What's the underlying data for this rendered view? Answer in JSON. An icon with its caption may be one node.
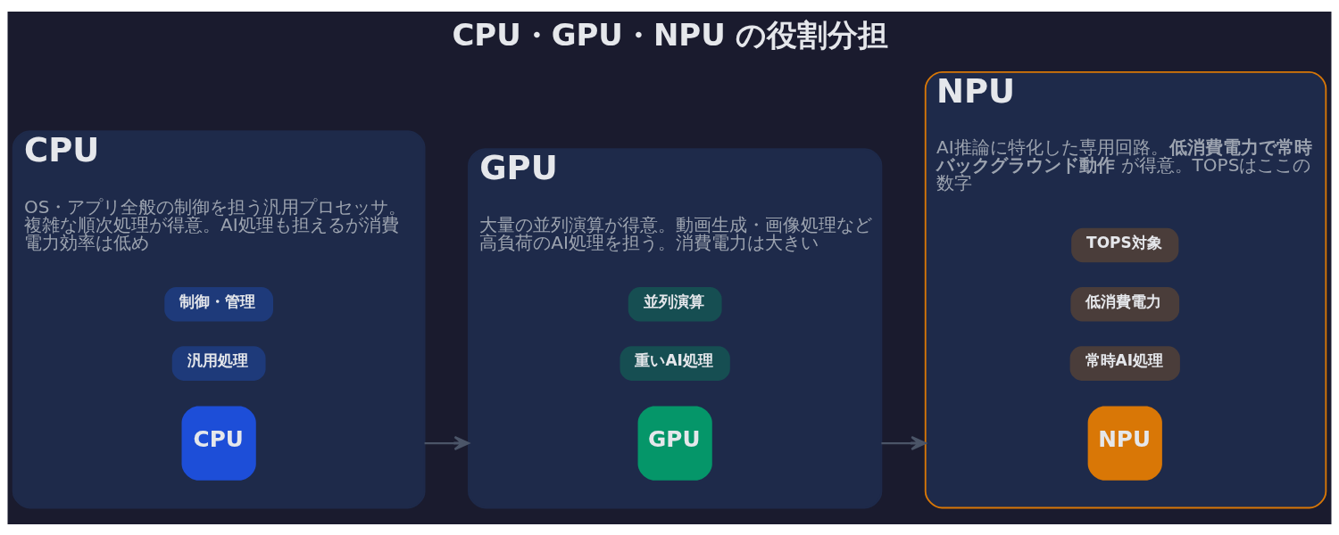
{
  "diagram": {
    "title": "CPU・GPU・NPU の役割分担",
    "nodes": [
      {
        "text": [
          "CPU",
          "OS・アプリ全般の制御を担う汎用プロセッサ。複雑な順次処理が得意。AI処理も担えるが消費電力効率は低め"
        ]
      },
      {
        "text": [
          "CPU"
        ],
        "in": 0
      },
      {
        "text": [
          "汎用処理"
        ],
        "in": 0
      },
      {
        "text": [
          "制御・管理"
        ],
        "in": 0
      },
      {
        "text": [
          "GPU",
          "大量の並列演算が得意。動画生成・画像処理など高負荷のAI処理を担う。消費電力は大きい"
        ]
      },
      {
        "text": [
          "GPU"
        ],
        "in": 4
      },
      {
        "text": [
          "重いAI処理"
        ],
        "in": 4
      },
      {
        "text": [
          "並列演算"
        ],
        "in": 4
      },
      {
        "text": [
          "NPU",
          "AI推論に特化した専用回路。**低消費電力で常時バックグラウンド動作**が得意。TOPSはここの数字"
        ]
      },
      {
        "text": [
          "NPU"
        ],
        "in": 8
      },
      {
        "text": [
          "常時AI処理"
        ],
        "in": 8
      },
      {
        "text": [
          "低消費電力"
        ],
        "in": 8
      },
      {
        "text": [
          "TOPS対象"
        ],
        "in": 8
      }
    ],
    "edges": [
      {
        "from": 0,
        "to": 4,
        "arrow": "to"
      },
      {
        "from": 4,
        "to": 8,
        "arrow": "to"
      }
    ]
  }
}
